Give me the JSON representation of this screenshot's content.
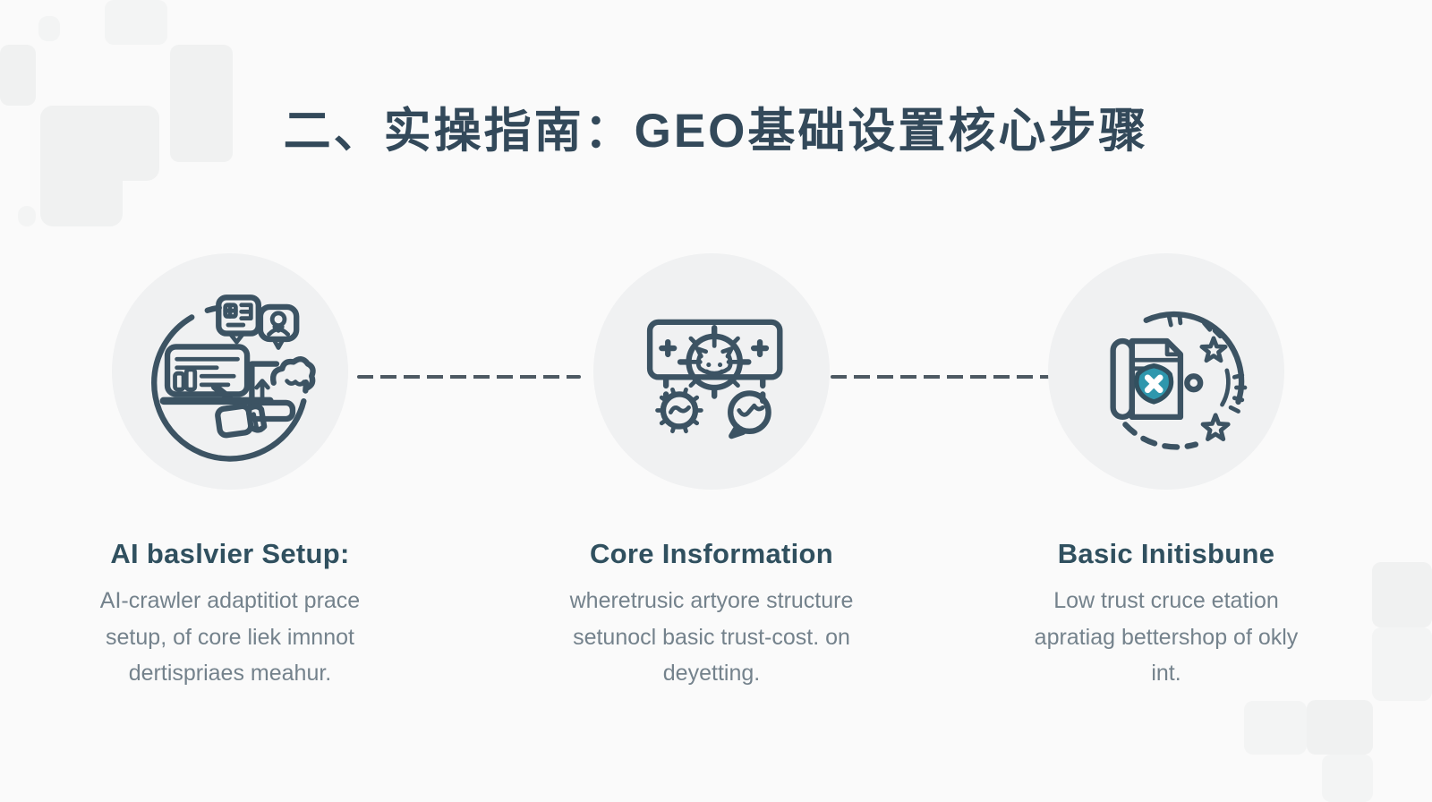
{
  "page": {
    "title": "二、实操指南：GEO基础设置核心步骤",
    "colors": {
      "background": "#fafafa",
      "title_ink": "#33495a",
      "heading_ink": "#30505f",
      "body_text": "#74828c",
      "icon_stroke": "#3c5363",
      "icon_circle_fill": "#f0f1f2",
      "accent_teal": "#2e97ad",
      "connector_dash": "#4d5962"
    }
  },
  "steps": [
    {
      "icon": "ai-crawler-workstation-icon",
      "heading": "AI baslvier Setup:",
      "body": "AI-crawler adaptitiot prace setup, of core liek imnnot dertispriaes meahur."
    },
    {
      "icon": "target-banner-gear-chat-icon",
      "heading": "Core Insformation",
      "body": "wheretrusic artyore structure setunocl basic trust-cost. on deyetting."
    },
    {
      "icon": "document-shield-stars-icon",
      "heading": "Basic Initisbune",
      "body": "Low trust cruce etation apratiag bettershop of okly int."
    }
  ]
}
